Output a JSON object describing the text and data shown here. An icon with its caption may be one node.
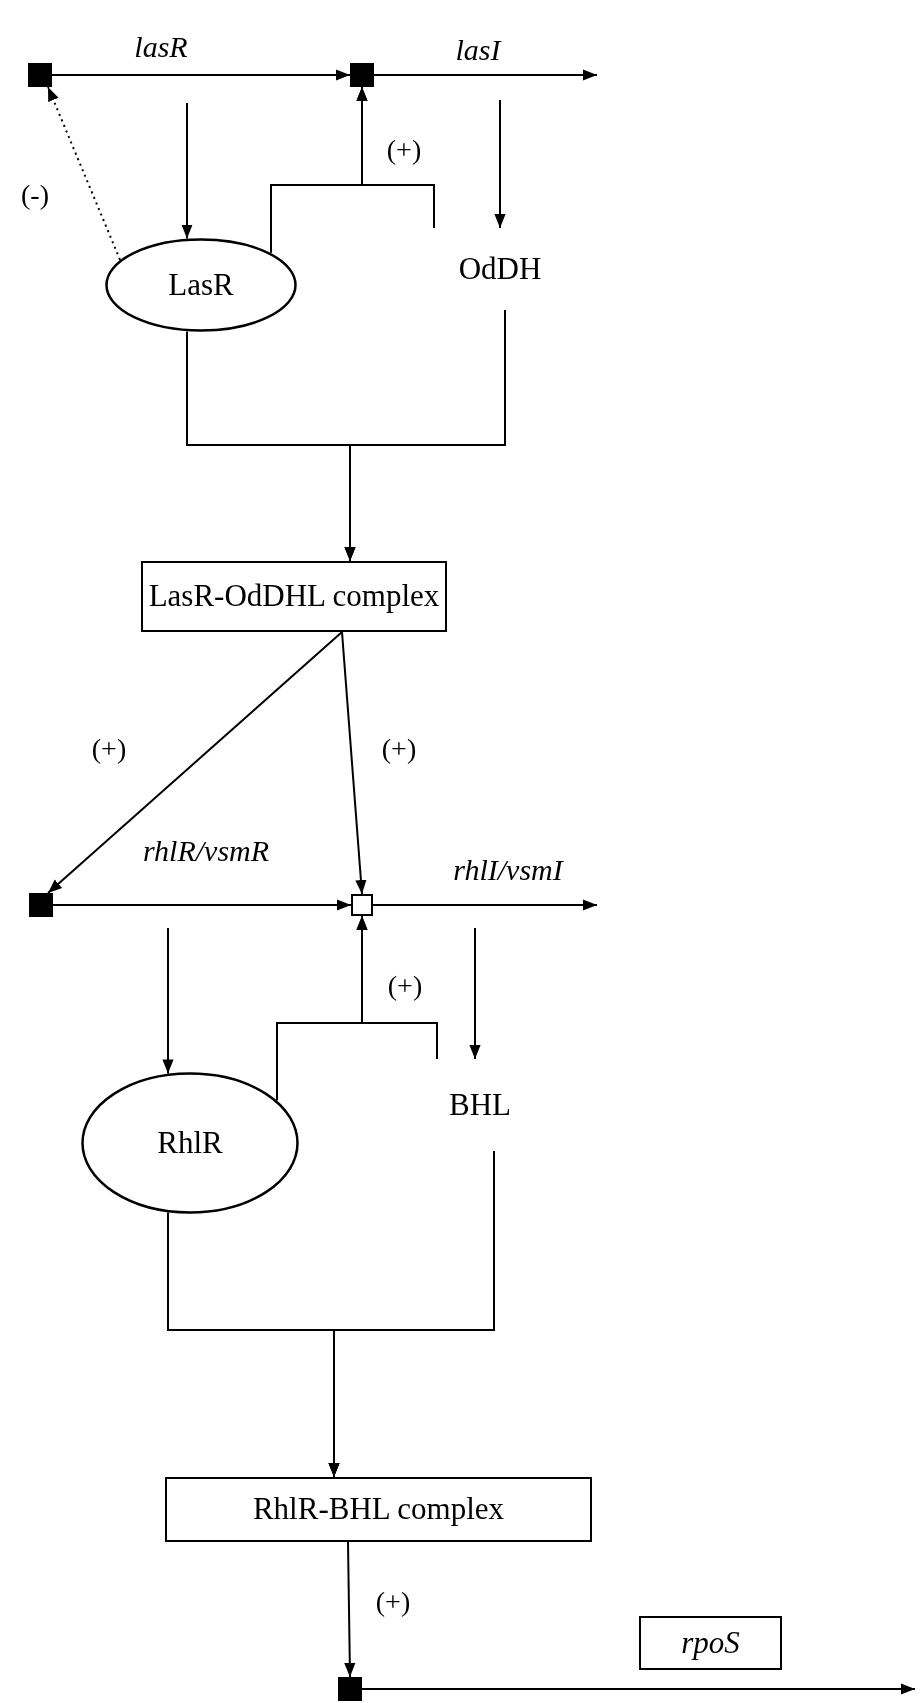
{
  "diagram": {
    "nodes": [
      {
        "text": [],
        "shape": "box"
      },
      {
        "text": [],
        "shape": "box"
      },
      {
        "text": [
          "LasR"
        ]
      },
      {
        "text": [
          "OdDH"
        ]
      },
      {
        "text": [
          "LasR-OdDHL complex"
        ]
      },
      {
        "text": [],
        "shape": "box"
      },
      {
        "text": [],
        "shape": "box"
      },
      {
        "text": [
          "RhlR"
        ]
      },
      {
        "text": [
          "BHL"
        ]
      },
      {
        "text": [
          "RhlR-BHL complex"
        ]
      },
      {
        "text": [],
        "shape": "box"
      },
      {
        "text": [
          "rpoS"
        ]
      }
    ],
    "edges": [
      {
        "from": 0,
        "to": 1,
        "arrow": "to"
      },
      {
        "from": 1,
        "to": null,
        "arrow": "to"
      },
      {
        "from": null,
        "to": 2,
        "arrow": "to"
      },
      {
        "from": null,
        "to": 3,
        "arrow": "to"
      },
      {
        "from": 2,
        "to": 0,
        "arrow": "to",
        "label": "(-)",
        "style": "dashed"
      },
      {
        "from": 2,
        "to": 1,
        "arrow": "to",
        "label": "(+)"
      },
      {
        "from": 3,
        "to": 1,
        "arrow": "to"
      },
      {
        "from": 2,
        "to": 4,
        "arrow": "to"
      },
      {
        "from": 3,
        "to": 4,
        "arrow": "to"
      },
      {
        "from": 4,
        "to": 5,
        "arrow": "to",
        "label": "(+)"
      },
      {
        "from": 4,
        "to": 6,
        "arrow": "to",
        "label": "(+)"
      },
      {
        "from": 5,
        "to": 6,
        "arrow": "to"
      },
      {
        "from": 6,
        "to": null,
        "arrow": "to"
      },
      {
        "from": null,
        "to": 7,
        "arrow": "to"
      },
      {
        "from": null,
        "to": 8,
        "arrow": "to"
      },
      {
        "from": 7,
        "to": 6,
        "arrow": "to",
        "label": "(+)"
      },
      {
        "from": 8,
        "to": 6,
        "arrow": "to"
      },
      {
        "from": 7,
        "to": 9,
        "arrow": "to"
      },
      {
        "from": 8,
        "to": 9,
        "arrow": "to"
      },
      {
        "from": 9,
        "to": 10,
        "arrow": "to",
        "label": "(+)"
      },
      {
        "from": 10,
        "to": null,
        "arrow": "to"
      }
    ],
    "labels": [
      "lasR",
      "lasI",
      "rhlR/vsmR",
      "rhlI/vsmI"
    ]
  }
}
